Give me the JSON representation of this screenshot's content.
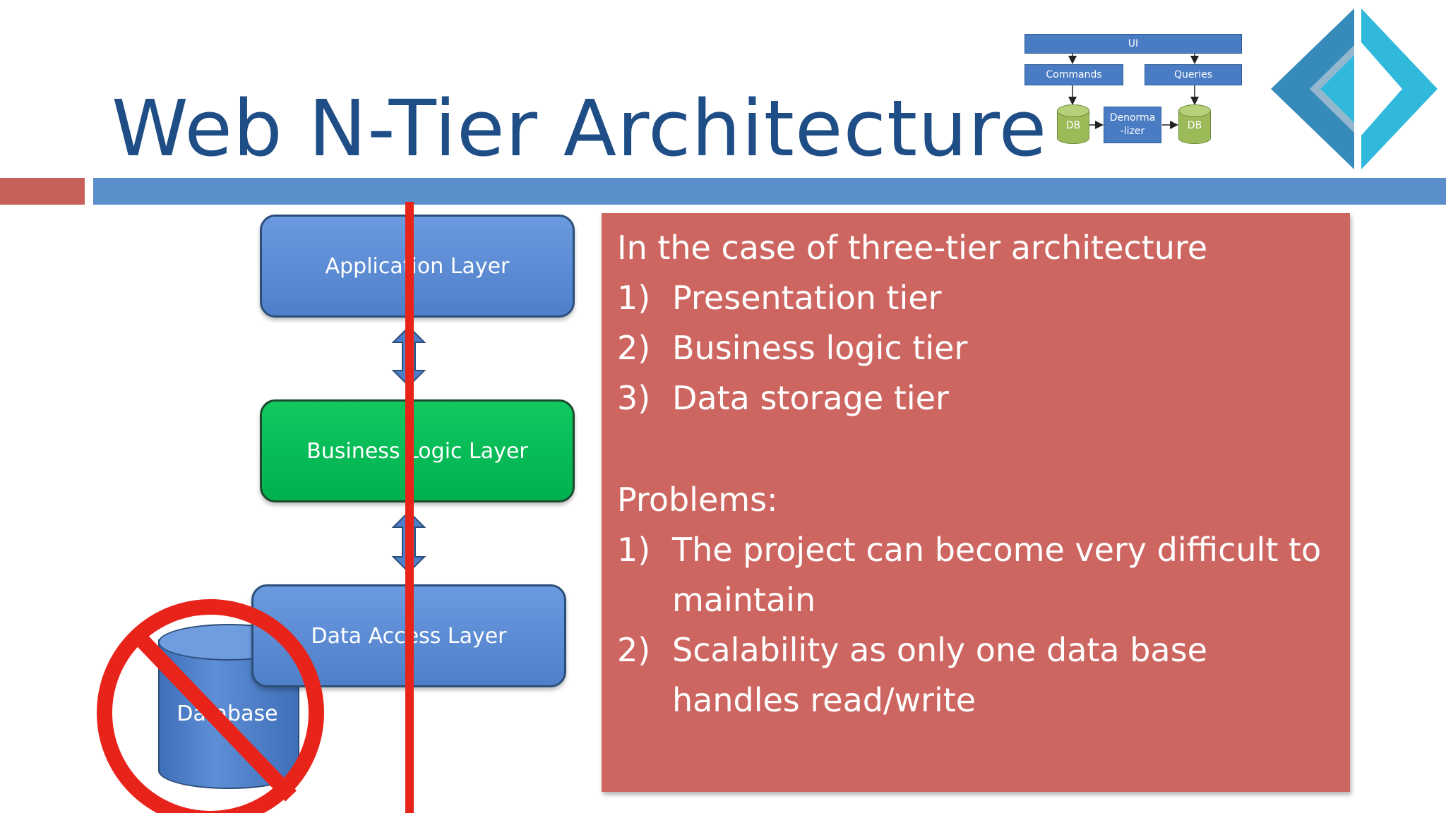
{
  "title": "Web N-Tier Architecture",
  "mini_diagram": {
    "ui": "UI",
    "commands": "Commands",
    "queries": "Queries",
    "db_left": "DB",
    "denormalizer_line1": "Denorma",
    "denormalizer_line2": "-lizer",
    "db_right": "DB"
  },
  "layers": {
    "application": "Application Layer",
    "business": "Business Logic Layer",
    "data_access": "Data Access Layer",
    "database": "Database"
  },
  "content": {
    "intro": "In the case of three-tier architecture",
    "tiers": [
      {
        "num": "1)",
        "text": "Presentation tier"
      },
      {
        "num": "2)",
        "text": "Business logic tier"
      },
      {
        "num": "3)",
        "text": "Data storage tier"
      }
    ],
    "problems_heading": "Problems:",
    "problems": [
      {
        "num": "1)",
        "line1": "The project can become very difficult to",
        "line2": "maintain"
      },
      {
        "num": "2)",
        "line1": "Scalability as only one data base",
        "line2": "handles read/write"
      }
    ]
  },
  "colors": {
    "title": "#1f4e86",
    "accent_red": "#c8605a",
    "accent_blue": "#5a8fcb",
    "textbox": "#cd6660",
    "layer_blue": "#4f7fc9",
    "layer_green": "#00b050",
    "strike": "#e8231a"
  }
}
